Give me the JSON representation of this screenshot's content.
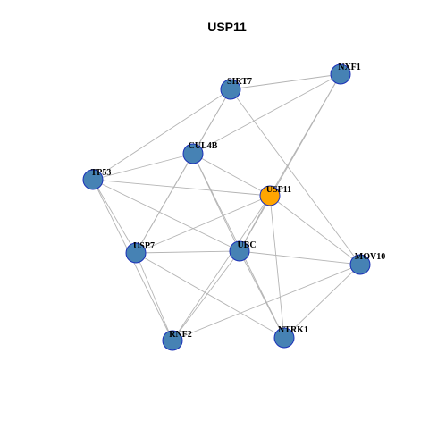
{
  "title": "USP11",
  "colors": {
    "node_fill": "#4682B4",
    "node_stroke": "#1a2fb8",
    "focus_fill": "#FFA500",
    "edge": "#b4b4b4"
  },
  "network": {
    "focus": "USP11",
    "nodes": [
      "NXF1",
      "SIRT7",
      "CUL4B",
      "TP53",
      "USP11",
      "USP7",
      "UBC",
      "MOV10",
      "RNF2",
      "NTRK1"
    ],
    "edges": [
      [
        "SIRT7",
        "NXF1"
      ],
      [
        "SIRT7",
        "CUL4B"
      ],
      [
        "SIRT7",
        "TP53"
      ],
      [
        "SIRT7",
        "USP7"
      ],
      [
        "SIRT7",
        "MOV10"
      ],
      [
        "NXF1",
        "CUL4B"
      ],
      [
        "NXF1",
        "USP11"
      ],
      [
        "NXF1",
        "UBC"
      ],
      [
        "CUL4B",
        "TP53"
      ],
      [
        "CUL4B",
        "USP11"
      ],
      [
        "CUL4B",
        "USP7"
      ],
      [
        "CUL4B",
        "NTRK1"
      ],
      [
        "CUL4B",
        "UBC"
      ],
      [
        "TP53",
        "USP11"
      ],
      [
        "TP53",
        "UBC"
      ],
      [
        "TP53",
        "RNF2"
      ],
      [
        "TP53",
        "USP7"
      ],
      [
        "USP11",
        "USP7"
      ],
      [
        "USP11",
        "UBC"
      ],
      [
        "USP11",
        "MOV10"
      ],
      [
        "USP11",
        "NTRK1"
      ],
      [
        "USP11",
        "RNF2"
      ],
      [
        "USP7",
        "UBC"
      ],
      [
        "USP7",
        "RNF2"
      ],
      [
        "USP7",
        "NTRK1"
      ],
      [
        "UBC",
        "RNF2"
      ],
      [
        "UBC",
        "MOV10"
      ],
      [
        "UBC",
        "NTRK1"
      ],
      [
        "MOV10",
        "RNF2"
      ],
      [
        "MOV10",
        "NTRK1"
      ]
    ]
  }
}
